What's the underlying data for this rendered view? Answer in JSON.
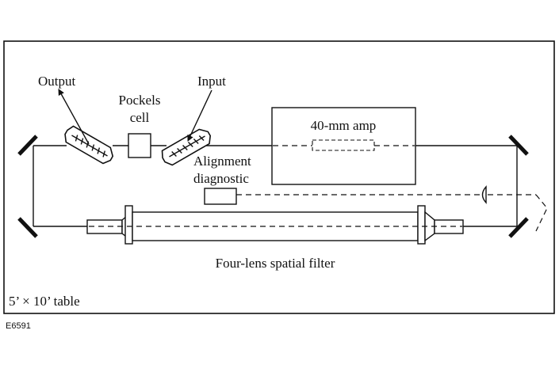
{
  "labels": {
    "output": "Output",
    "input": "Input",
    "pockels_line1": "Pockels",
    "pockels_line2": "cell",
    "amp": "40-mm amp",
    "alignment_line1": "Alignment",
    "alignment_line2": "diagnostic",
    "spatial_filter": "Four-lens spatial filter",
    "table": "5’ × 10’ table",
    "figure_id": "E6591"
  }
}
